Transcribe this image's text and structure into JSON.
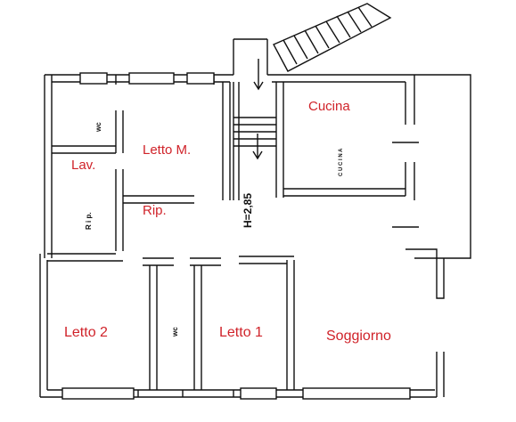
{
  "rooms": {
    "cucina": "Cucina",
    "letto_m": "Letto M.",
    "lav": "Lav.",
    "rip": "Rip.",
    "letto_2": "Letto 2",
    "letto_1": "Letto 1",
    "soggiorno": "Soggiorno"
  },
  "notes": {
    "height": "H=2,85",
    "wc_upper": "wc",
    "wc_lower": "wc",
    "rip_vertical": "R i p.",
    "cucina_vertical": "C U C I N A"
  },
  "colors": {
    "label": "#d0232a",
    "wall": "#111111",
    "background": "#ffffff"
  }
}
